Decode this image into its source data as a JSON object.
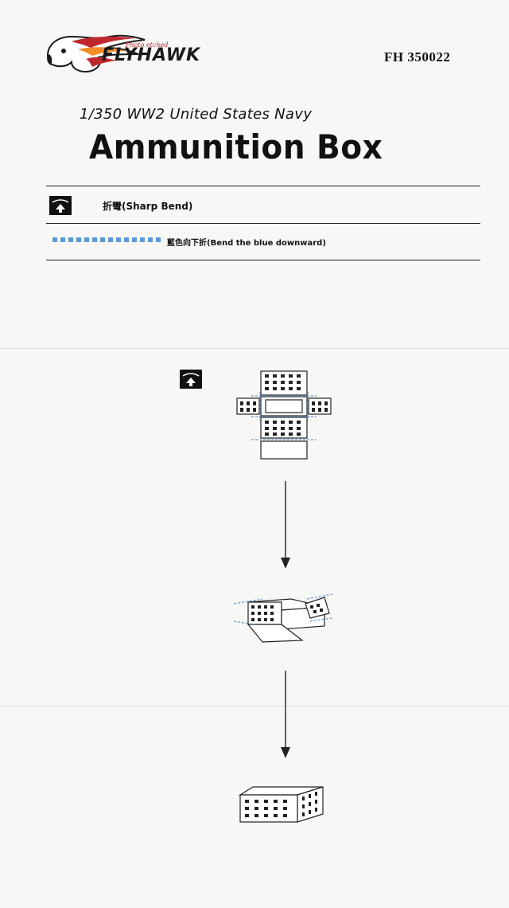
{
  "header": {
    "brand_name": "FLYHAWK",
    "brand_tagline": "Photo etched",
    "product_code": "FH 350022",
    "subtitle": "1/350  WW2  United States Navy",
    "title": "Ammunition Box"
  },
  "legend": {
    "sharp_bend": {
      "icon": "sharp-bend-icon",
      "label": "折彎(Sharp Bend)"
    },
    "blue_downward": {
      "label": "藍色向下折(Bend the blue downward)",
      "color": "#5b9bd5"
    }
  },
  "colors": {
    "bend_blue": "#5b9bd5",
    "logo_red": "#c0272d",
    "logo_orange": "#f28c28"
  }
}
